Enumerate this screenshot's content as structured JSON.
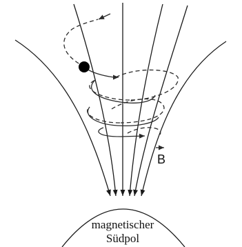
{
  "pole": {
    "line1": "magnetischer",
    "line2": "Südpol"
  },
  "field_label": "B",
  "colors": {
    "ink": "#1a1a1a",
    "background": "#ffffff"
  }
}
